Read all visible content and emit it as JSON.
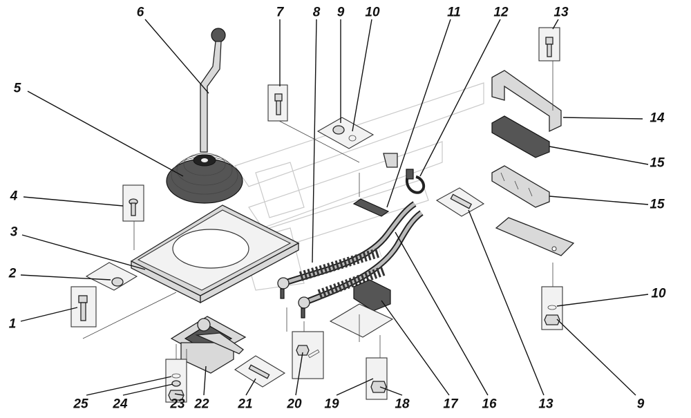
{
  "callouts": [
    {
      "id": "c1",
      "text": "1"
    },
    {
      "id": "c2",
      "text": "2"
    },
    {
      "id": "c3",
      "text": "3"
    },
    {
      "id": "c4",
      "text": "4"
    },
    {
      "id": "c5",
      "text": "5"
    },
    {
      "id": "c6",
      "text": "6"
    },
    {
      "id": "c7",
      "text": "7"
    },
    {
      "id": "c8",
      "text": "8"
    },
    {
      "id": "c9a",
      "text": "9"
    },
    {
      "id": "c10a",
      "text": "10"
    },
    {
      "id": "c11",
      "text": "11"
    },
    {
      "id": "c12",
      "text": "12"
    },
    {
      "id": "c13a",
      "text": "13"
    },
    {
      "id": "c14",
      "text": "14"
    },
    {
      "id": "c15a",
      "text": "15"
    },
    {
      "id": "c15b",
      "text": "15"
    },
    {
      "id": "c10b",
      "text": "10"
    },
    {
      "id": "c9b",
      "text": "9"
    },
    {
      "id": "c13b",
      "text": "13"
    },
    {
      "id": "c16",
      "text": "16"
    },
    {
      "id": "c17",
      "text": "17"
    },
    {
      "id": "c18",
      "text": "18"
    },
    {
      "id": "c19",
      "text": "19"
    },
    {
      "id": "c20",
      "text": "20"
    },
    {
      "id": "c21",
      "text": "21"
    },
    {
      "id": "c22",
      "text": "22"
    },
    {
      "id": "c23",
      "text": "23"
    },
    {
      "id": "c24",
      "text": "24"
    },
    {
      "id": "c25",
      "text": "25"
    }
  ]
}
